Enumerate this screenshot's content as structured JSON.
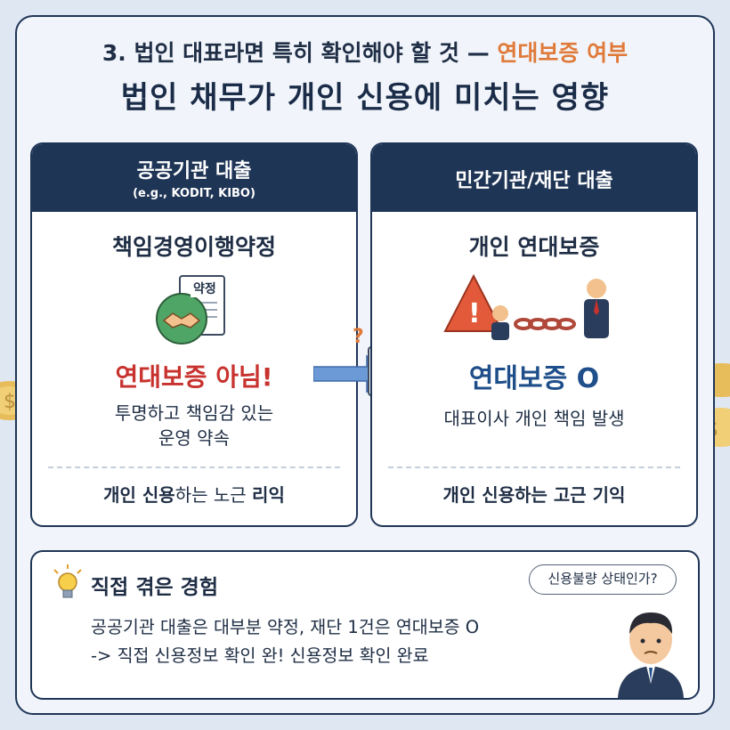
{
  "header": {
    "title_prefix": "3. 법인 대표라면 특히 확인해야 할 것 — ",
    "title_accent": "연대보증 여부",
    "subtitle": "법인 채무가 개인 신용에 미치는 영향"
  },
  "colors": {
    "navy": "#1f3556",
    "accent_orange": "#e07a3a",
    "red": "#c8322e",
    "blue": "#1f4f8a"
  },
  "left_panel": {
    "header_title": "공공기관 대출",
    "header_sub": "(e.g., KODIT, KIBO)",
    "subtitle": "책임경영이행약정",
    "doc_label": "약정",
    "highlight": "연대보증 아님!",
    "desc_line1": "투명하고 책임감 있는",
    "desc_line2": "운영 약속",
    "footer_bold1": "개인 신용",
    "footer_mid": "하는 노근 ",
    "footer_bold2": "리익",
    "icon": "handshake-document-icon"
  },
  "right_panel": {
    "header_title": "민간기관/재단 대출",
    "subtitle": "개인 연대보증",
    "highlight": "연대보증 O",
    "desc": "대표이사 개인 책임 발생",
    "footer": "개인 신용하는 고근 기익",
    "icon": "warning-chain-icon"
  },
  "connector": {
    "badge": "?",
    "icon": "document-arrow-icon"
  },
  "experience": {
    "title": "직접 겪은 경험",
    "line1": "공공기관 대출은 대부분 약정, 재단 1건은 연대보증 O",
    "line2": "-> 직접 신용정보 확인 완! 신용정보 확인 완료",
    "bubble": "신용불량 상태인가?",
    "icon": "lightbulb-icon"
  }
}
